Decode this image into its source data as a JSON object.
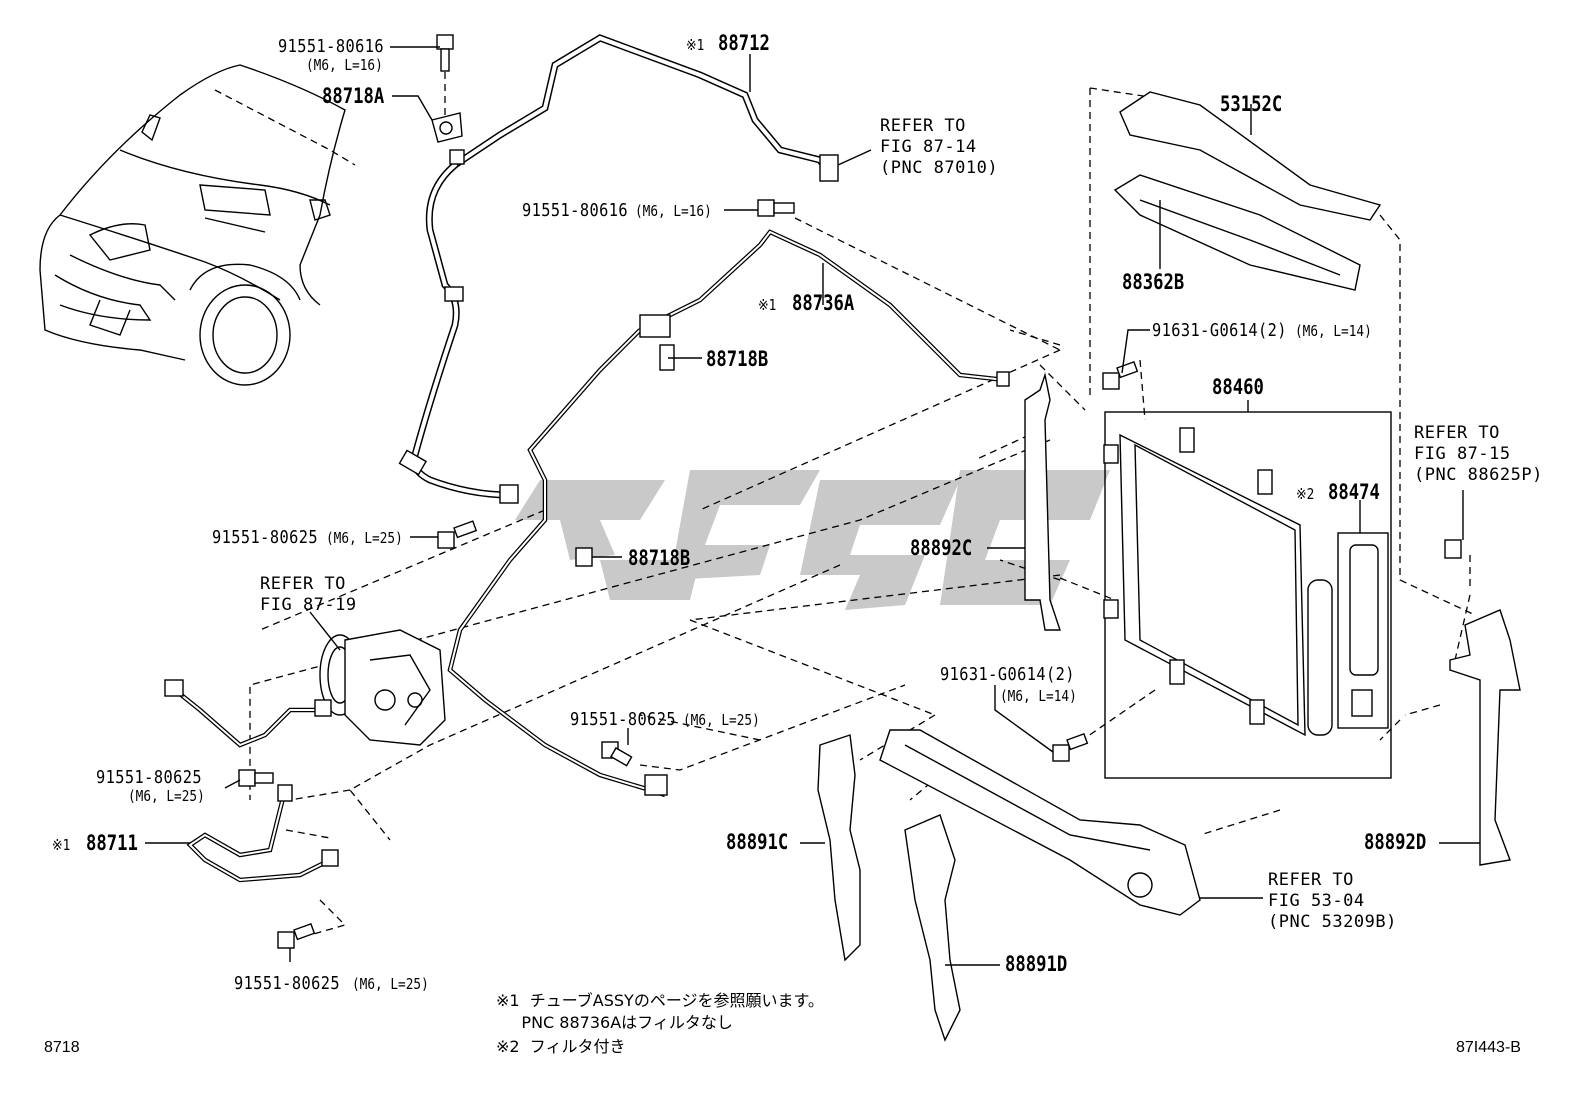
{
  "labels": {
    "p91551_80616_top": "91551-80616",
    "p91551_80616_top_spec": "(M6, L=16)",
    "p88718A": "88718A",
    "p88712": "88712",
    "p88712_mark": "※1",
    "ref_87_14": "REFER TO\nFIG 87-14\n(PNC 87010)",
    "p91551_80616_mid": "91551-80616",
    "p91551_80616_mid_spec": "(M6, L=16)",
    "p88736A": "88736A",
    "p88736A_mark": "※1",
    "p88718B_upper": "88718B",
    "p88718B_lower": "88718B",
    "p91551_80625_a": "91551-80625",
    "p91551_80625_a_spec": "(M6, L=25)",
    "ref_87_19": "REFER TO\nFIG 87-19",
    "p91551_80625_b": "91551-80625",
    "p91551_80625_b_spec": "(M6, L=25)",
    "p91551_80625_c": "91551-80625",
    "p91551_80625_c_spec": "(M6, L=25)",
    "p88711": "88711",
    "p88711_mark": "※1",
    "p91551_80625_d": "91551-80625",
    "p91551_80625_d_spec": "(M6, L=25)",
    "p53152C": "53152C",
    "p88362B": "88362B",
    "p91631_top": "91631-G0614(2)",
    "p91631_top_spec": "(M6, L=14)",
    "p88460": "88460",
    "p88474": "88474",
    "p88474_mark": "※2",
    "ref_87_15": "REFER TO\nFIG 87-15\n(PNC 88625P)",
    "p88892C": "88892C",
    "p91631_bottom": "91631-G0614(2)",
    "p91631_bottom_spec": "(M6, L=14)",
    "p88891C": "88891C",
    "p88891D": "88891D",
    "p88892D": "88892D",
    "ref_53_04": "REFER TO\nFIG 53-04\n(PNC 53209B)"
  },
  "notes": {
    "note1": "※1  チューブASSYのページを参照願います。\n     PNC 88736Aはフィルタなし",
    "note2": "※2  フィルタ付き"
  },
  "page_codes": {
    "left": "8718",
    "right": "87I443-B"
  }
}
